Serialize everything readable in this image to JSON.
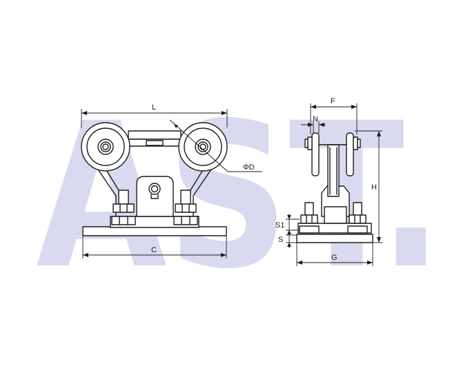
{
  "watermark": {
    "text": "AST.",
    "color": "#d9daf0"
  },
  "colors": {
    "line": "#1a1a1a",
    "background": "#ffffff"
  },
  "labels": {
    "L": "L",
    "C": "C",
    "D": "ΦD",
    "F": "F",
    "N": "N",
    "H": "H",
    "G": "G",
    "S1": "S1",
    "S": "S"
  }
}
